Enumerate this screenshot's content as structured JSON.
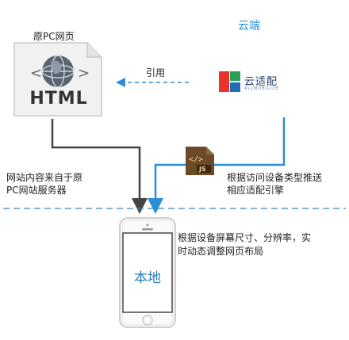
{
  "labels": {
    "cloud": "云端",
    "original_pc_page": "原PC网页",
    "quote": "引用",
    "site_content": [
      "网站内容来自于原",
      "PC网站服务器"
    ],
    "engine_push": [
      "根据访问设备类型推送",
      "相应适配引擎"
    ],
    "dynamic_layout": [
      "根据设备屏幕尺寸、分辨率，实",
      "时动态调整网页布局"
    ],
    "local": "本地"
  },
  "html_icon": {
    "text": "HTML",
    "brackets": "< >"
  },
  "logo": {
    "text": "云适配",
    "subtext": "ALLMOBILIZE"
  },
  "js_icon": {
    "text": "JS",
    "glyph": "</>"
  },
  "colors": {
    "cloud_blue": "#2a8fd6",
    "arrow_gray": "#444444",
    "divider_blue": "#3a86c8",
    "logo_red": "#e8332d",
    "logo_green": "#2aa05a",
    "logo_blue": "#1f6fb6",
    "js_brown": "#6b4a25"
  },
  "icons": {
    "html_file": "html-file-icon",
    "globe": "globe-icon",
    "logo": "allmobilize-logo",
    "js_file": "js-file-icon",
    "phone": "smartphone-icon"
  }
}
